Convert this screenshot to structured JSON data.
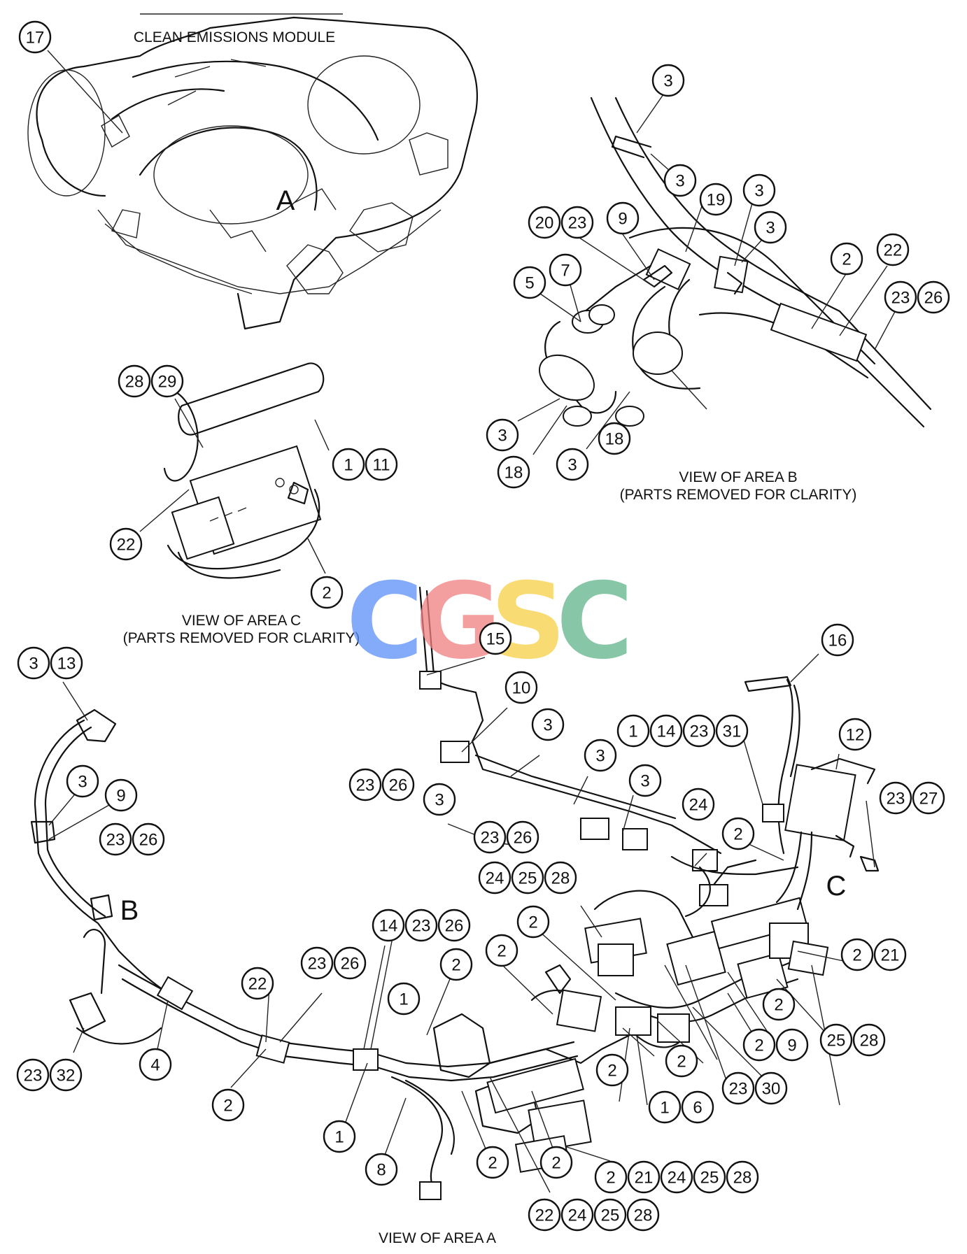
{
  "title": "CLEAN EMISSIONS MODULE",
  "captions": {
    "area_b": [
      "VIEW OF AREA  B",
      "(PARTS REMOVED FOR CLARITY)"
    ],
    "area_c": [
      "VIEW OF AREA  C",
      "(PARTS REMOVED FOR CLARITY)"
    ],
    "area_a": "VIEW OF AREA  A"
  },
  "area_letters": [
    "A",
    "B",
    "C"
  ],
  "watermark": {
    "letters": [
      "C",
      "G",
      "S",
      "C"
    ],
    "colors": [
      "#5b8ff9",
      "#f08080",
      "#f7d046",
      "#5fb58a"
    ]
  },
  "callouts": [
    {
      "id": "top-17",
      "labels": [
        "17"
      ]
    },
    {
      "id": "b-3a",
      "labels": [
        "3"
      ]
    },
    {
      "id": "b-3b",
      "labels": [
        "3"
      ]
    },
    {
      "id": "b-19",
      "labels": [
        "19"
      ]
    },
    {
      "id": "b-3c",
      "labels": [
        "3"
      ]
    },
    {
      "id": "b-3d",
      "labels": [
        "3"
      ]
    },
    {
      "id": "b-20-23",
      "labels": [
        "20",
        "23"
      ]
    },
    {
      "id": "b-9",
      "labels": [
        "9"
      ]
    },
    {
      "id": "b-2",
      "labels": [
        "2"
      ]
    },
    {
      "id": "b-22",
      "labels": [
        "22"
      ]
    },
    {
      "id": "b-23-26",
      "labels": [
        "23",
        "26"
      ]
    },
    {
      "id": "b-5",
      "labels": [
        "5"
      ]
    },
    {
      "id": "b-7",
      "labels": [
        "7"
      ]
    },
    {
      "id": "b-3e",
      "labels": [
        "3"
      ]
    },
    {
      "id": "b-18a",
      "labels": [
        "18"
      ]
    },
    {
      "id": "b-3f",
      "labels": [
        "3"
      ]
    },
    {
      "id": "b-18b",
      "labels": [
        "18"
      ]
    },
    {
      "id": "c-28-29",
      "labels": [
        "28",
        "29"
      ]
    },
    {
      "id": "c-1-11",
      "labels": [
        "1",
        "11"
      ]
    },
    {
      "id": "c-22",
      "labels": [
        "22"
      ]
    },
    {
      "id": "c-2",
      "labels": [
        "2"
      ]
    },
    {
      "id": "a-3-13",
      "labels": [
        "3",
        "13"
      ]
    },
    {
      "id": "a-15",
      "labels": [
        "15"
      ]
    },
    {
      "id": "a-10",
      "labels": [
        "10"
      ]
    },
    {
      "id": "a-16",
      "labels": [
        "16"
      ]
    },
    {
      "id": "a-3a",
      "labels": [
        "3"
      ]
    },
    {
      "id": "a-1-14-23-31",
      "labels": [
        "1",
        "14",
        "23",
        "31"
      ]
    },
    {
      "id": "a-12",
      "labels": [
        "12"
      ]
    },
    {
      "id": "a-3b",
      "labels": [
        "3"
      ]
    },
    {
      "id": "a-3c",
      "labels": [
        "3"
      ]
    },
    {
      "id": "a-3d",
      "labels": [
        "3"
      ]
    },
    {
      "id": "a-9a",
      "labels": [
        "9"
      ]
    },
    {
      "id": "a-23-26a",
      "labels": [
        "23",
        "26"
      ]
    },
    {
      "id": "a-3e",
      "labels": [
        "3"
      ]
    },
    {
      "id": "a-23-27",
      "labels": [
        "23",
        "27"
      ]
    },
    {
      "id": "a-23-26b",
      "labels": [
        "23",
        "26"
      ]
    },
    {
      "id": "a-23-26c",
      "labels": [
        "23",
        "26"
      ]
    },
    {
      "id": "a-24a",
      "labels": [
        "24"
      ]
    },
    {
      "id": "a-2a",
      "labels": [
        "2"
      ]
    },
    {
      "id": "a-24-25-28",
      "labels": [
        "24",
        "25",
        "28"
      ]
    },
    {
      "id": "a-14-23-26",
      "labels": [
        "14",
        "23",
        "26"
      ]
    },
    {
      "id": "a-2b",
      "labels": [
        "2"
      ]
    },
    {
      "id": "a-2c",
      "labels": [
        "2"
      ]
    },
    {
      "id": "a-2-21a",
      "labels": [
        "2",
        "21"
      ]
    },
    {
      "id": "a-23-26d",
      "labels": [
        "23",
        "26"
      ]
    },
    {
      "id": "a-2d",
      "labels": [
        "2"
      ]
    },
    {
      "id": "a-22a",
      "labels": [
        "22"
      ]
    },
    {
      "id": "a-1a",
      "labels": [
        "1"
      ]
    },
    {
      "id": "a-2e",
      "labels": [
        "2"
      ]
    },
    {
      "id": "a-25-28",
      "labels": [
        "25",
        "28"
      ]
    },
    {
      "id": "a-2-9",
      "labels": [
        "2",
        "9"
      ]
    },
    {
      "id": "a-23-32",
      "labels": [
        "23",
        "32"
      ]
    },
    {
      "id": "a-4",
      "labels": [
        "4"
      ]
    },
    {
      "id": "a-2f",
      "labels": [
        "2"
      ]
    },
    {
      "id": "a-2g",
      "labels": [
        "2"
      ]
    },
    {
      "id": "a-2h",
      "labels": [
        "2"
      ]
    },
    {
      "id": "a-23-30",
      "labels": [
        "23",
        "30"
      ]
    },
    {
      "id": "a-1-6",
      "labels": [
        "1",
        "6"
      ]
    },
    {
      "id": "a-1b",
      "labels": [
        "1"
      ]
    },
    {
      "id": "a-8",
      "labels": [
        "8"
      ]
    },
    {
      "id": "a-2i",
      "labels": [
        "2"
      ]
    },
    {
      "id": "a-2j",
      "labels": [
        "2"
      ]
    },
    {
      "id": "a-2-21-24-25-28",
      "labels": [
        "2",
        "21",
        "24",
        "25",
        "28"
      ]
    },
    {
      "id": "a-22-24-25-28",
      "labels": [
        "22",
        "24",
        "25",
        "28"
      ]
    }
  ]
}
